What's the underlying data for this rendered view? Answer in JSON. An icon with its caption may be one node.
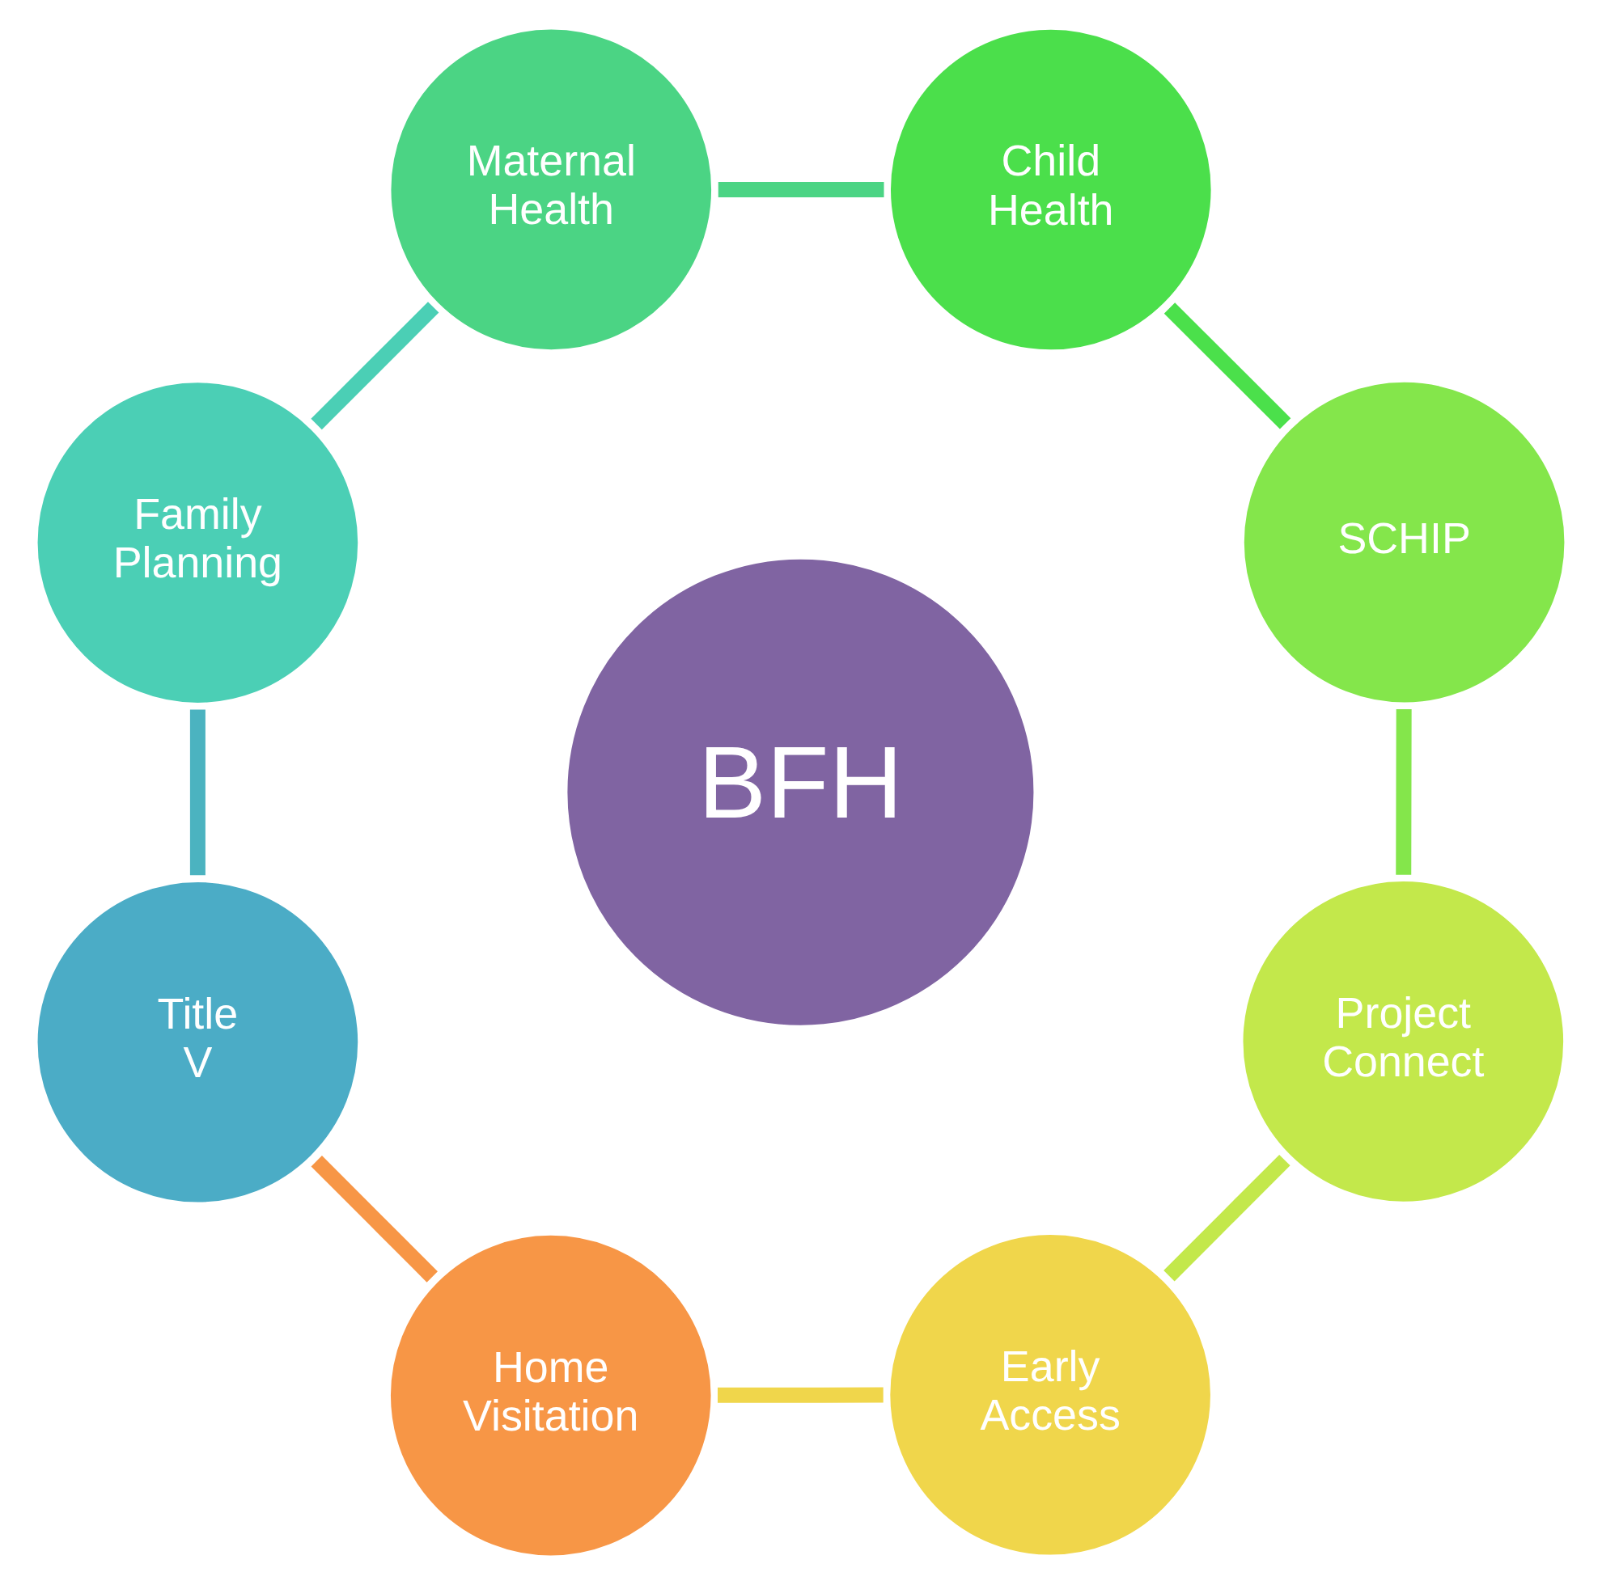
{
  "diagram": {
    "nodes": [
      {
        "text": [
          "Title V"
        ]
      },
      {
        "text": [
          "Family Planning"
        ]
      },
      {
        "text": [
          "Maternal Health"
        ]
      },
      {
        "text": [
          "Child Health"
        ]
      },
      {
        "text": [
          "SCHIP"
        ]
      },
      {
        "text": [
          "Project Connect"
        ]
      },
      {
        "text": [
          "Early Access"
        ]
      },
      {
        "text": [
          "Home Visitation"
        ]
      },
      {
        "text": [
          "BFH"
        ]
      }
    ],
    "edges": [
      {
        "from": 0,
        "to": 1,
        "arrow": "none",
        "color": "#4bb3c0"
      },
      {
        "from": 1,
        "to": 2,
        "arrow": "none",
        "color": "#4bcfb5"
      },
      {
        "from": 2,
        "to": 3,
        "arrow": "none",
        "color": "#4bd484"
      },
      {
        "from": 3,
        "to": 4,
        "arrow": "none",
        "color": "#4be04b"
      },
      {
        "from": 4,
        "to": 5,
        "arrow": "none",
        "color": "#84e64b"
      },
      {
        "from": 5,
        "to": 6,
        "arrow": "none",
        "color": "#c3e84b"
      },
      {
        "from": 6,
        "to": 7,
        "arrow": "none",
        "color": "#f0d64b"
      },
      {
        "from": 7,
        "to": 0,
        "arrow": "none",
        "color": "#f79646"
      }
    ]
  }
}
